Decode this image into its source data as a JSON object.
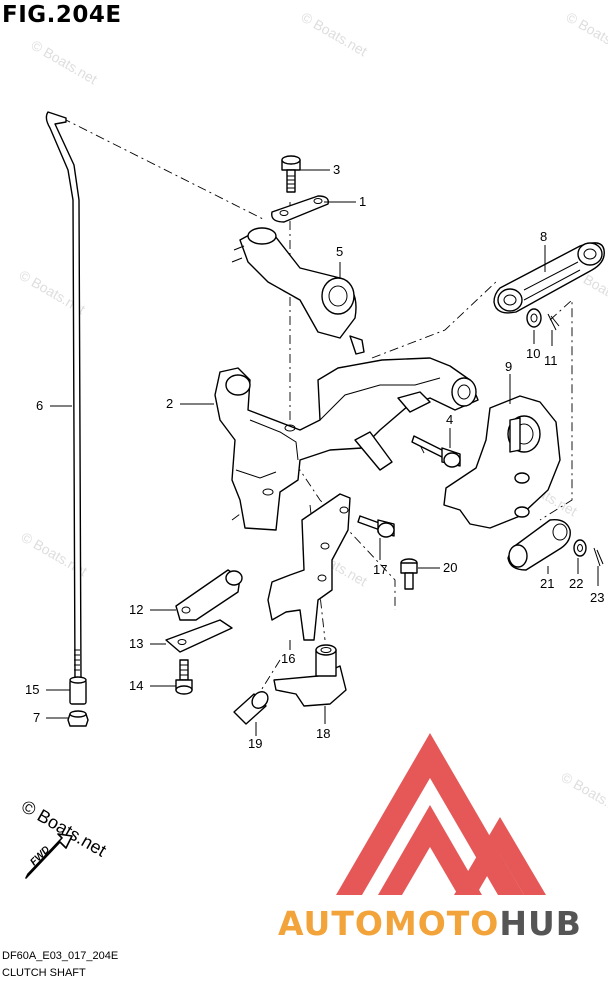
{
  "figure": {
    "title": "FIG.204E",
    "code": "DF60A_E03_017_204E",
    "name": "CLUTCH SHAFT"
  },
  "callouts": [
    "1",
    "2",
    "3",
    "4",
    "5",
    "6",
    "7",
    "8",
    "9",
    "10",
    "11",
    "12",
    "13",
    "14",
    "15",
    "16",
    "17",
    "18",
    "19",
    "20",
    "21",
    "22",
    "23"
  ],
  "watermark": {
    "text": "© Boats.net",
    "main_text": "© Boats.net",
    "fwd_label": "FWD"
  },
  "logo": {
    "text": "AUTOMOTOHUB",
    "colors": {
      "triangle": "#e23b3b",
      "auto": "#f2a33a",
      "moto": "#f2a33a",
      "hub": "#555555"
    }
  }
}
